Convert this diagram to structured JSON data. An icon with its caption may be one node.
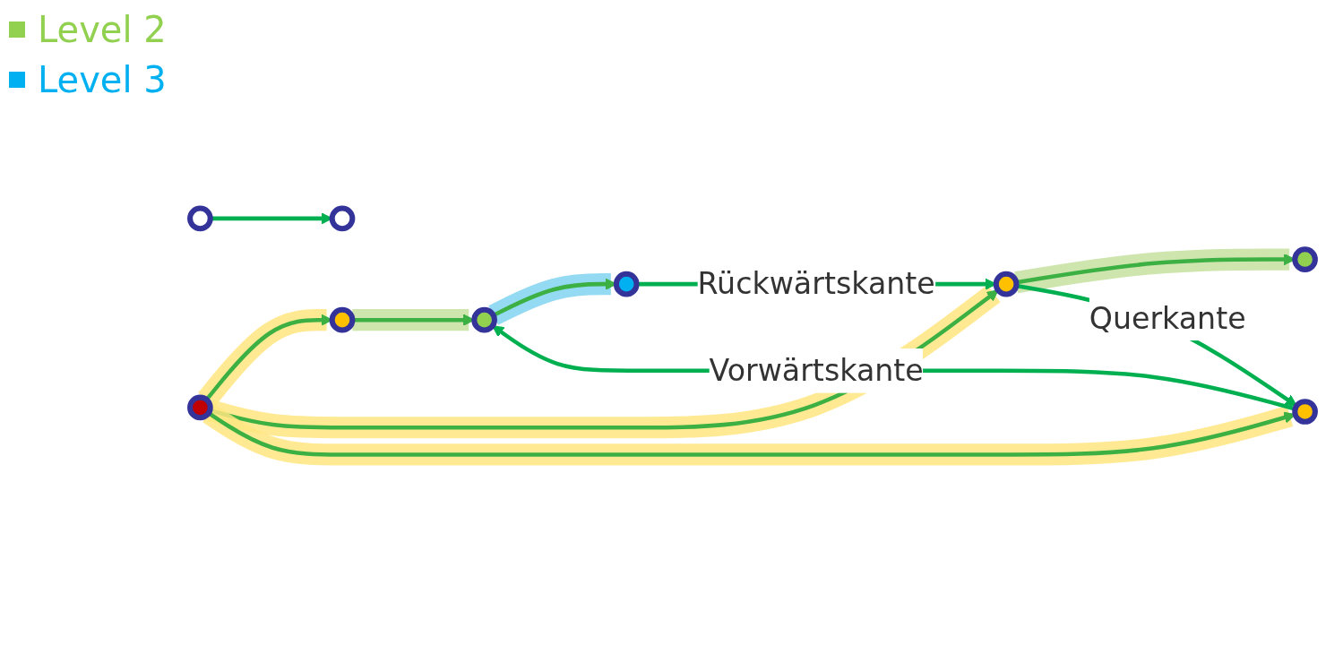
{
  "diagram": {
    "nodes": [
      {
        "text": [],
        "shape": "circle"
      },
      {
        "text": [],
        "shape": "circle"
      },
      {
        "text": [],
        "shape": "circle"
      },
      {
        "text": [],
        "shape": "circle"
      },
      {
        "text": [],
        "shape": "circle"
      },
      {
        "text": [],
        "shape": "circle"
      },
      {
        "text": [],
        "shape": "circle"
      },
      {
        "text": [],
        "shape": "circle"
      },
      {
        "text": [],
        "shape": "circle"
      }
    ],
    "edges": [
      {
        "from": 4,
        "to": 3,
        "arrow": "to",
        "color": "#ffe680"
      },
      {
        "from": 3,
        "to": 0,
        "arrow": "to",
        "color": "#c5e0a0"
      },
      {
        "from": 4,
        "to": 5,
        "arrow": "to",
        "color": "#ffe680"
      },
      {
        "from": 4,
        "to": 6,
        "arrow": "to",
        "color": "#ffe680"
      },
      {
        "from": 0,
        "to": 7,
        "arrow": "to",
        "color": "#80d4f0"
      },
      {
        "from": 5,
        "to": 8,
        "arrow": "to",
        "color": "#c5e0a0"
      },
      {
        "from": 6,
        "to": 0,
        "arrow": "to",
        "label": "Vorwärtskante"
      },
      {
        "from": 5,
        "to": 6,
        "arrow": "to",
        "label": "Querkante"
      },
      {
        "from": 7,
        "to": 5,
        "arrow": "to",
        "label": "Rückwärtskante"
      },
      {
        "from": 1,
        "to": 2,
        "arrow": "to"
      }
    ],
    "legend": [
      {
        "text": "Level 2",
        "color": "#92d050"
      },
      {
        "text": "Level 3",
        "color": "#00b0f0"
      }
    ]
  }
}
